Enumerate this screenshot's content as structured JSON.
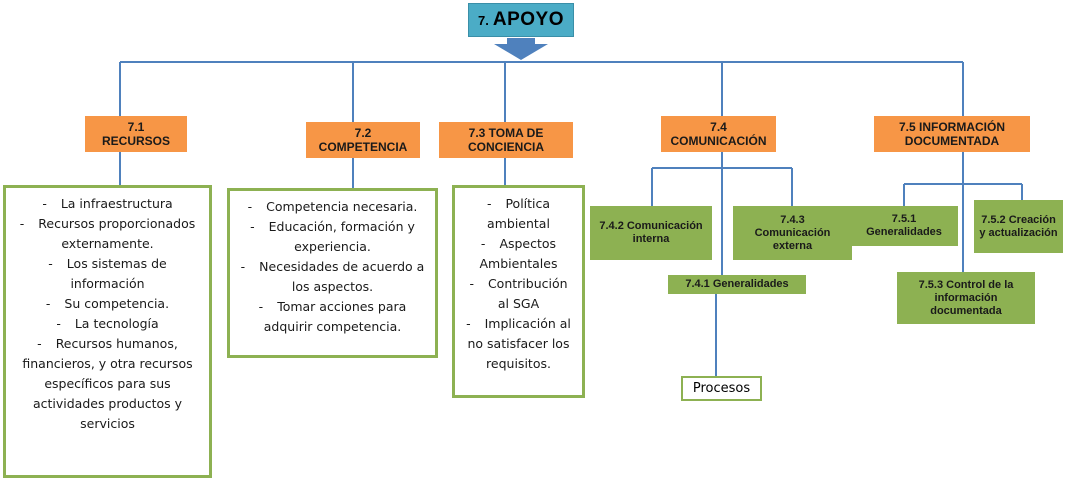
{
  "title": {
    "number": "7.",
    "word": "APOYO"
  },
  "sections": [
    {
      "id": "7.1",
      "label": "RECURSOS"
    },
    {
      "id": "7.2",
      "label": "COMPETENCIA"
    },
    {
      "id": "7.3",
      "label": "7.3 TOMA DE CONCIENCIA"
    },
    {
      "id": "7.4",
      "label": "COMUNICACIÓN"
    },
    {
      "id": "7.5",
      "label": "7.5 INFORMACIÓN DOCUMENTADA"
    }
  ],
  "recursos_items": [
    "La infraestructura",
    "Recursos proporcionados externamente.",
    "Los sistemas de información",
    "Su competencia.",
    "La tecnología",
    "Recursos humanos, financieros, y otra recursos específicos para sus actividades productos y servicios"
  ],
  "competencia_items": [
    "Competencia necesaria.",
    "Educación, formación y experiencia.",
    "Necesidades de acuerdo a los aspectos.",
    "Tomar acciones para adquirir competencia."
  ],
  "conciencia_items": [
    "Política ambiental",
    "Aspectos Ambientales",
    "Contribución al SGA",
    "Implicación al no satisfacer los requisitos."
  ],
  "comunicacion": {
    "interna": "7.4.2 Comunicación interna",
    "externa": "7.4.3 Comunicación externa",
    "generalidades": "7.4.1 Generalidades",
    "procesos": "Procesos"
  },
  "informacion": {
    "generalidades": "7.5.1 Generalidades",
    "creacion": "7.5.2 Creación y actualización",
    "control": "7.5.3 Control de la información documentada"
  },
  "colors": {
    "line": "#4f81bd",
    "orange": "#f79646",
    "green": "#8db152",
    "title": "#4bacc6"
  }
}
